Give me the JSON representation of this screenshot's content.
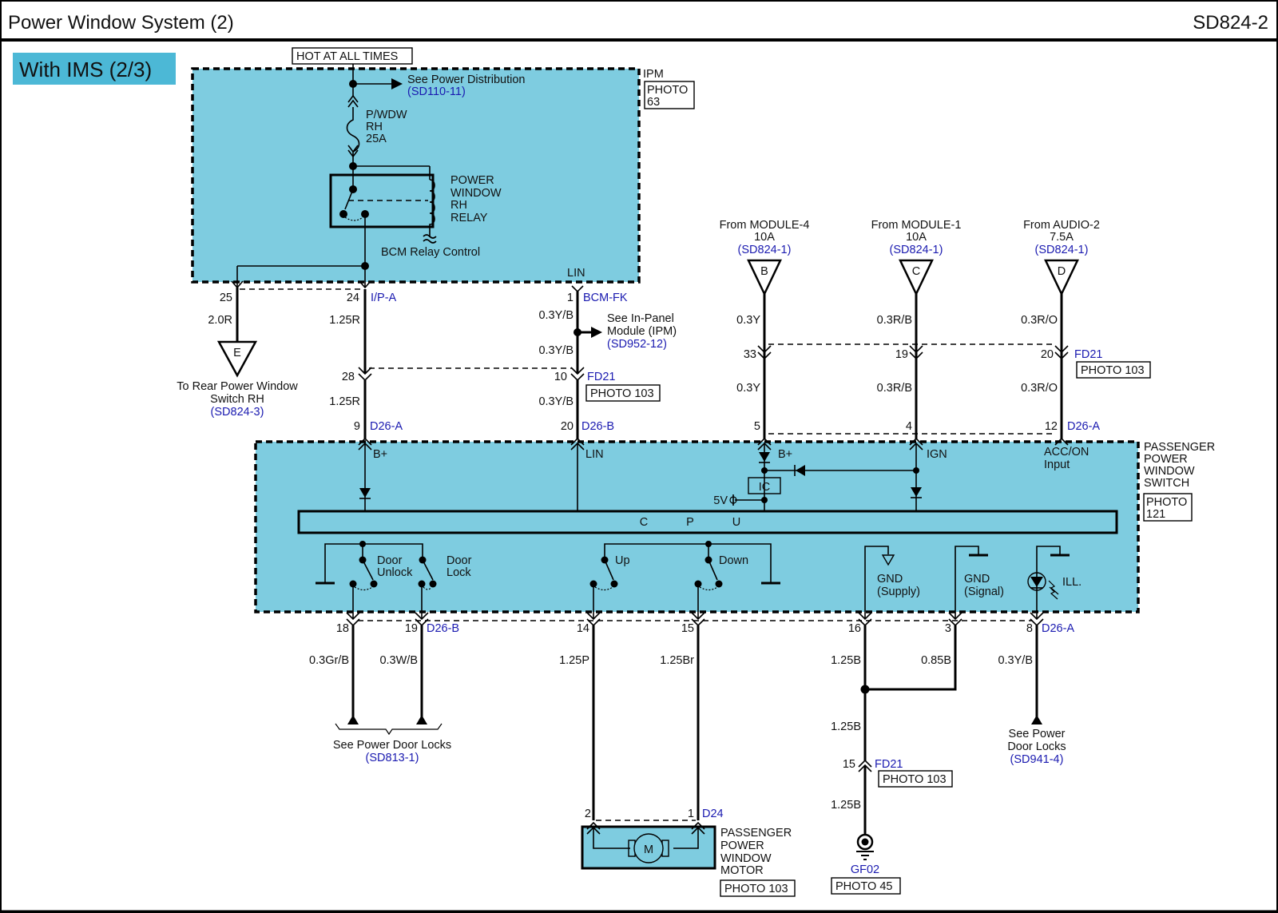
{
  "header": {
    "title": "Power Window System (2)",
    "page_code": "SD824-2"
  },
  "variant_badge": "With IMS (2/3)",
  "colors": {
    "module_fill": "#7ecce0",
    "badge_fill": "#4cb8d6",
    "link_text": "#1a1ab0",
    "wire": "#000000"
  },
  "ipm": {
    "hot_label": "HOT AT ALL TIMES",
    "name": "IPM",
    "photo_line1": "PHOTO",
    "photo_line2": "63",
    "power_dist_label": "See Power Distribution",
    "power_dist_ref": "(SD110-11)",
    "fuse": [
      "P/WDW",
      "RH",
      "25A"
    ],
    "relay": [
      "POWER",
      "WINDOW",
      "RH",
      "RELAY"
    ],
    "relay_control": "BCM Relay Control",
    "lin_label": "LIN"
  },
  "connectors": {
    "ipa": {
      "name": "I/P-A",
      "pins": [
        "25",
        "24"
      ]
    },
    "bcm_fk": {
      "name": "BCM-FK",
      "pin": "1"
    },
    "fd21_left": {
      "name": "FD21",
      "pins": [
        "28",
        "10"
      ],
      "photo": "PHOTO 103"
    },
    "fd21_right": {
      "name": "FD21",
      "pins": [
        "33",
        "19",
        "20"
      ],
      "photo": "PHOTO 103"
    },
    "d26a_top": {
      "name": "D26-A",
      "pins": [
        "9",
        "5",
        "4",
        "12"
      ]
    },
    "d26b_top": {
      "name": "D26-B",
      "pin": "20"
    },
    "d26b_bottom": {
      "name": "D26-B",
      "pins": [
        "18",
        "19",
        "14",
        "15"
      ]
    },
    "d26a_bottom": {
      "name": "D26-A",
      "pins": [
        "16",
        "3",
        "8"
      ]
    },
    "fd21_bottom": {
      "name": "FD21",
      "pin": "15",
      "photo": "PHOTO 103"
    },
    "d24": {
      "name": "D24",
      "pins": [
        "2",
        "1"
      ]
    }
  },
  "wires": {
    "w25": "2.0R",
    "w24a": "1.25R",
    "w24b": "1.25R",
    "lin_a": "0.3Y/B",
    "lin_b": "0.3Y/B",
    "lin_c": "0.3Y/B",
    "b_a": "0.3Y",
    "b_b": "0.3Y",
    "c_a": "0.3R/B",
    "c_b": "0.3R/B",
    "d_a": "0.3R/O",
    "d_b": "0.3R/O",
    "w18": "0.3Gr/B",
    "w19": "0.3W/B",
    "w14": "1.25P",
    "w15": "1.25Br",
    "w16": "1.25B",
    "w3": "0.85B",
    "w8": "0.3Y/B",
    "gnd_a": "1.25B",
    "gnd_b": "1.25B"
  },
  "offpage": {
    "E": {
      "letter": "E",
      "label1": "To Rear Power Window",
      "label2": "Switch RH",
      "ref": "(SD824-3)"
    },
    "B": {
      "letter": "B",
      "label1": "From MODULE-4",
      "label2": "10A",
      "ref": "(SD824-1)"
    },
    "C": {
      "letter": "C",
      "label1": "From MODULE-1",
      "label2": "10A",
      "ref": "(SD824-1)"
    },
    "D": {
      "letter": "D",
      "label1": "From AUDIO-2",
      "label2": "7.5A",
      "ref": "(SD824-1)"
    }
  },
  "ipm_link": {
    "line1": "See In-Panel",
    "line2": "Module (IPM)",
    "ref": "(SD952-12)"
  },
  "switch": {
    "name": [
      "PASSENGER",
      "POWER",
      "WINDOW",
      "SWITCH"
    ],
    "photo_line1": "PHOTO",
    "photo_line2": "121",
    "bplus1": "B+",
    "lin": "LIN",
    "bplus2": "B+",
    "ign": "IGN",
    "acc1": "ACC/ON",
    "acc2": "Input",
    "ic": "IC",
    "v5": "5V",
    "cpu": [
      "C",
      "P",
      "U"
    ],
    "door_unlock": [
      "Door",
      "Unlock"
    ],
    "door_lock": [
      "Door",
      "Lock"
    ],
    "up": "Up",
    "down": "Down",
    "gnd_supply": [
      "GND",
      "(Supply)"
    ],
    "gnd_signal": [
      "GND",
      "(Signal)"
    ],
    "ill": "ILL."
  },
  "door_locks_left": {
    "label": "See Power Door Locks",
    "ref": "(SD813-1)"
  },
  "door_locks_right": {
    "label1": "See Power",
    "label2": "Door Locks",
    "ref": "(SD941-4)"
  },
  "motor": {
    "symbol": "M",
    "name": [
      "PASSENGER",
      "POWER",
      "WINDOW",
      "MOTOR"
    ],
    "photo": "PHOTO 103"
  },
  "ground": {
    "name": "GF02",
    "photo": "PHOTO 45"
  }
}
